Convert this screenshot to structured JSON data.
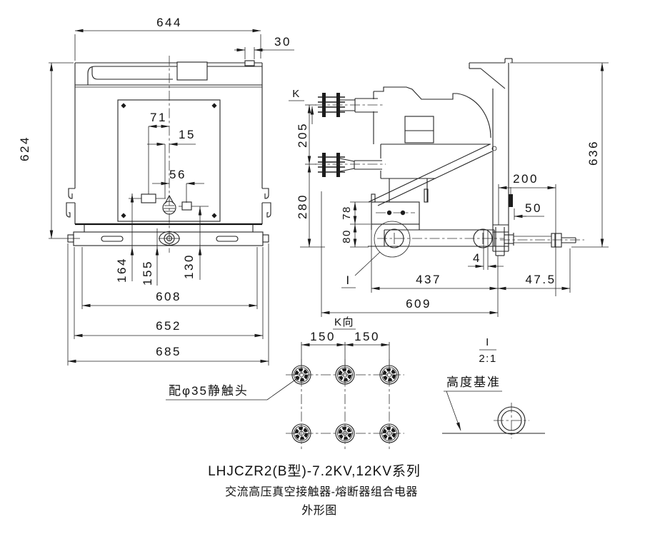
{
  "drawing": {
    "background": "#ffffff",
    "line_color": "#222222"
  },
  "front_view": {
    "dim_width_overall": "644",
    "dim_tab_offset": "30",
    "dim_height_overall": "624",
    "dim_panel_a": "71",
    "dim_panel_b": "15",
    "dim_panel_c": "56",
    "dim_base_a": "164",
    "dim_base_b": "155",
    "dim_base_c": "130",
    "dim_base_span1": "608",
    "dim_base_span2": "652",
    "dim_base_span3": "685"
  },
  "side_view": {
    "view_arrow_label": "K",
    "dim_terminal_pitch": "205",
    "dim_terminal_to_base": "280",
    "dim_box_height": "78",
    "dim_box_to_ground": "80",
    "dim_height_overall": "636",
    "dim_rod_a": "200",
    "dim_rod_b": "50",
    "dim_gap": "4",
    "dim_base_a": "437",
    "dim_base_b": "47.5",
    "dim_base_c": "609",
    "detail_marker": "I"
  },
  "k_view": {
    "label": "K向",
    "dim_pitch_a": "150",
    "dim_pitch_b": "150",
    "contact_note": "配φ35静触头"
  },
  "detail_view": {
    "marker": "I",
    "scale": "2:1",
    "datum_note": "高度基准"
  },
  "title_block": {
    "line1": "LHJCZR2(B型)-7.2KV,12KV系列",
    "line2": "交流高压真空接触器-熔断器组合电器",
    "line3": "外形图"
  }
}
